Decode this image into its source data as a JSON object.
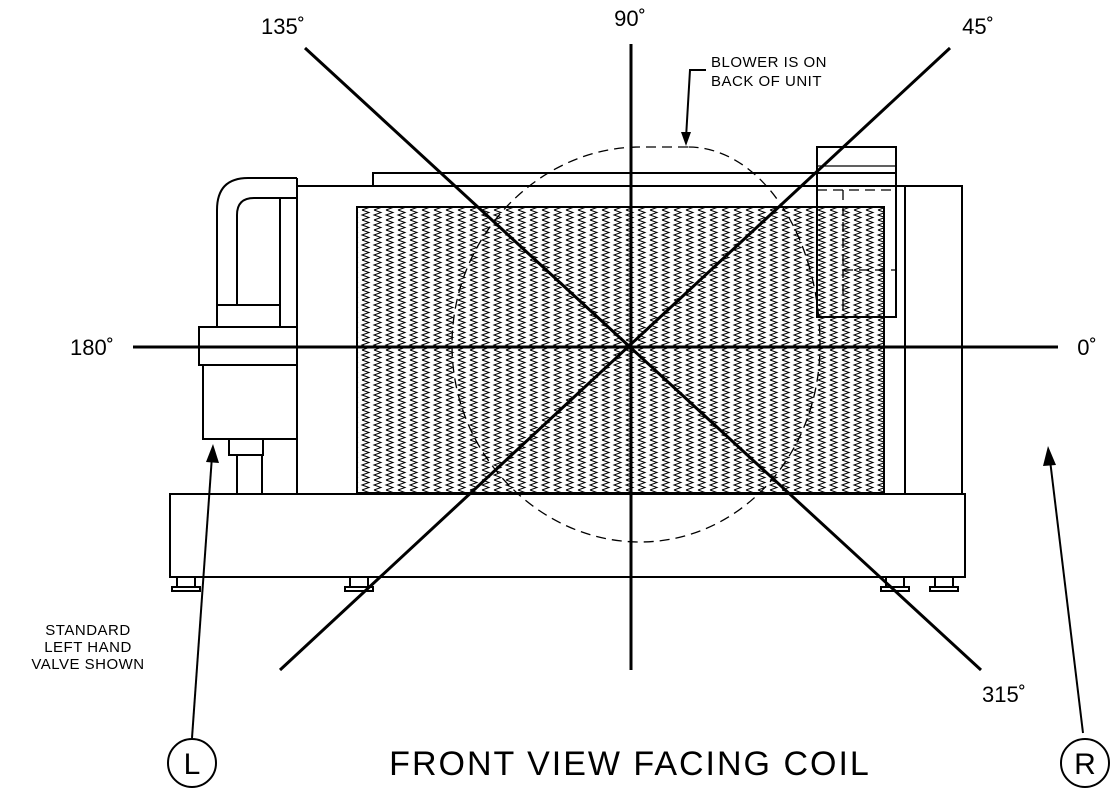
{
  "angles": {
    "a0": "0˚",
    "a45": "45˚",
    "a90": "90˚",
    "a135": "135˚",
    "a180": "180˚",
    "a315": "315˚"
  },
  "notes": {
    "blower_line1": "BLOWER IS ON",
    "blower_line2": "BACK OF UNIT",
    "valve_line1": "STANDARD",
    "valve_line2": "LEFT HAND",
    "valve_line3": "VALVE SHOWN"
  },
  "title": "FRONT VIEW FACING COIL",
  "markers": {
    "left": "L",
    "right": "R"
  }
}
